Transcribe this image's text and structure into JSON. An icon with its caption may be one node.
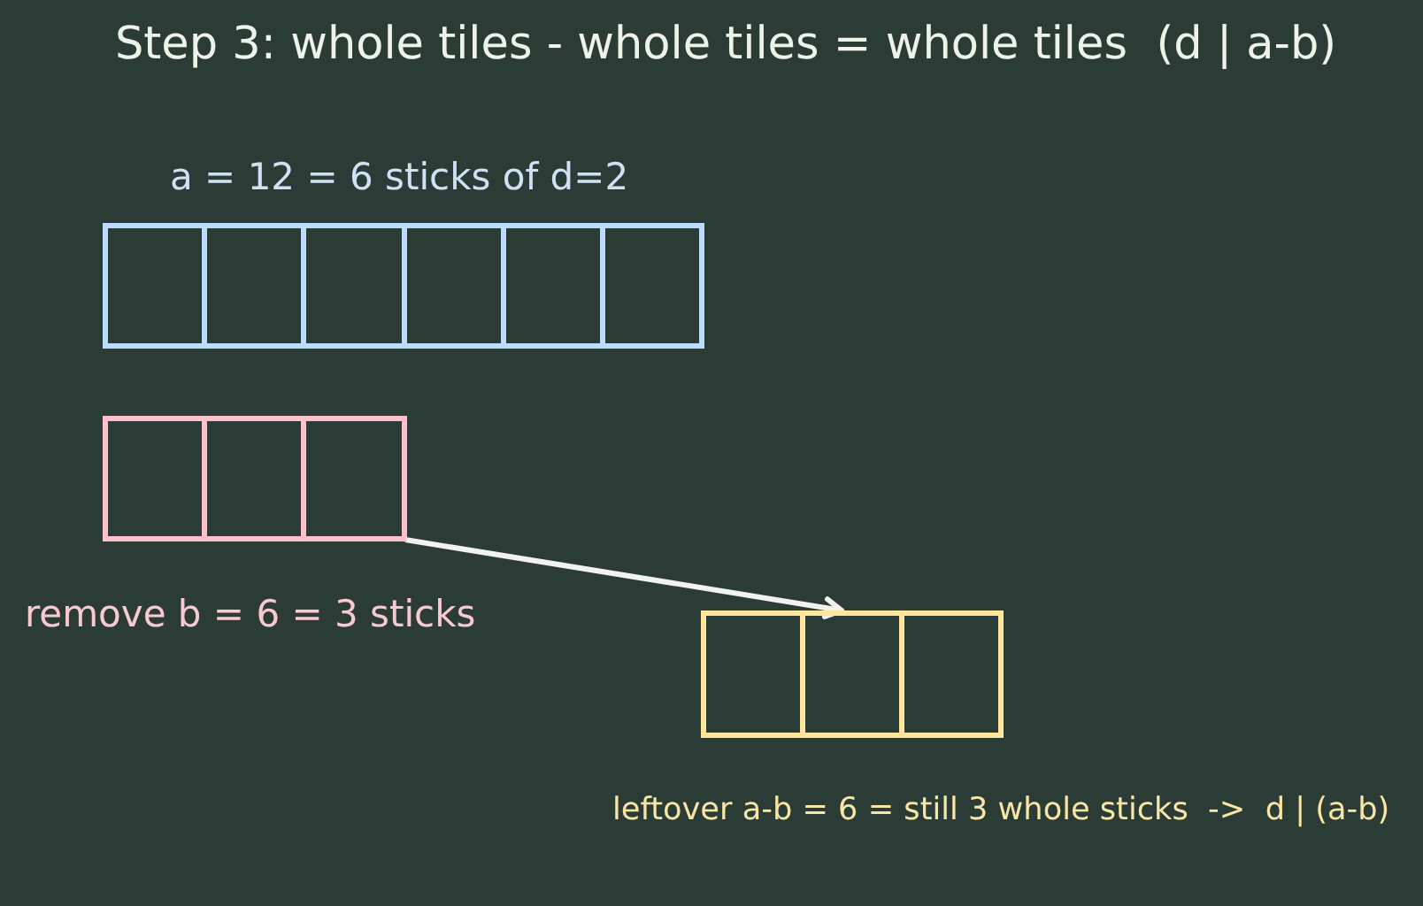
{
  "diagram": {
    "title": "Step 3: whole tiles - whole tiles = whole tiles  (d | a-b)",
    "nodes": [
      {
        "text": [],
        "shape": "box"
      },
      {
        "text": [],
        "shape": "box"
      },
      {
        "text": [],
        "shape": "box"
      },
      {
        "text": [],
        "shape": "box"
      },
      {
        "text": [],
        "shape": "box"
      },
      {
        "text": [],
        "shape": "box"
      },
      {
        "text": [],
        "shape": "box"
      },
      {
        "text": [],
        "shape": "box"
      },
      {
        "text": [],
        "shape": "box"
      },
      {
        "text": [],
        "shape": "box"
      },
      {
        "text": [],
        "shape": "box"
      },
      {
        "text": [],
        "shape": "box"
      }
    ],
    "edges": [
      {
        "from": 8,
        "to": 10,
        "arrow": "to"
      }
    ],
    "labels": [
      "a = 12 = 6 sticks of d=2",
      "remove b = 6 = 3 sticks",
      "leftover a-b = 6 = still 3 whole sticks  ->  d | (a-b)"
    ]
  }
}
